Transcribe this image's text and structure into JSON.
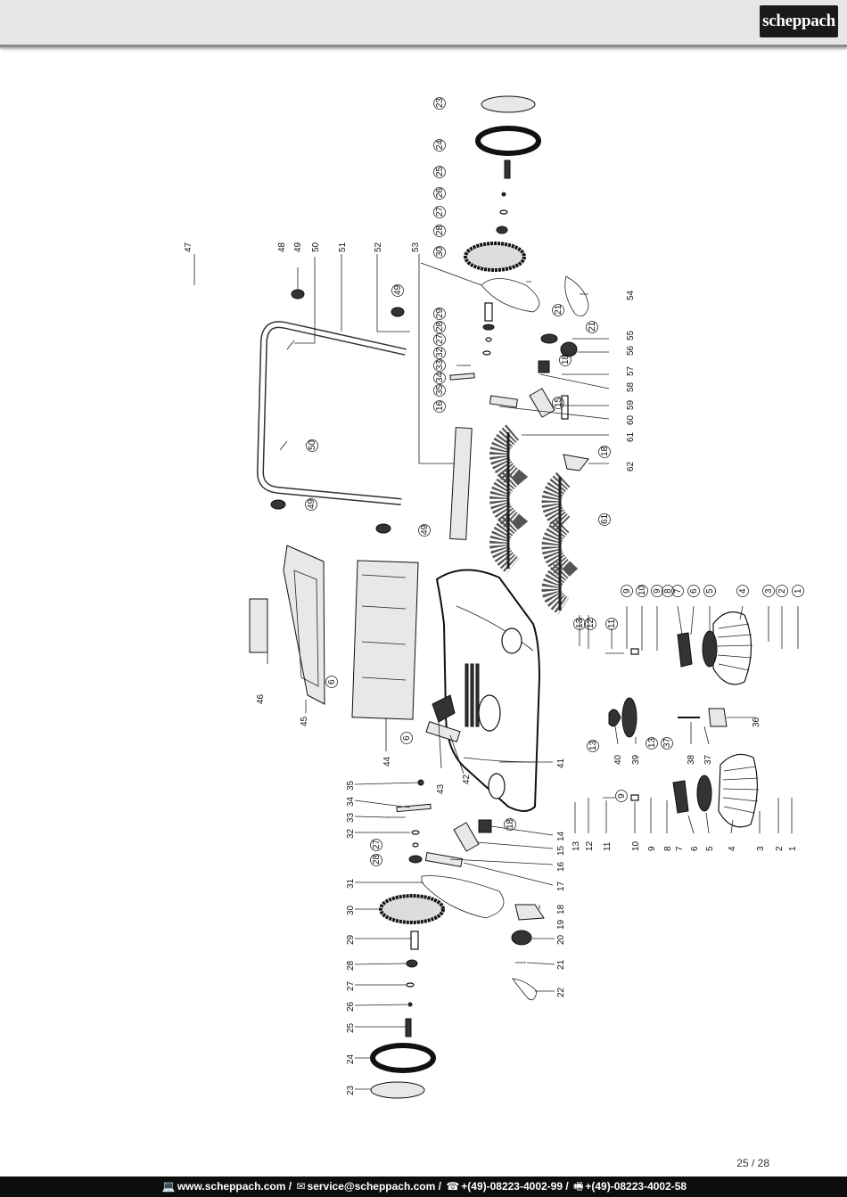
{
  "header": {
    "brand": "scheppach"
  },
  "page": {
    "number": "25 / 28"
  },
  "footer": {
    "web": "www.scheppach.com",
    "email": "service@scheppach.com",
    "phone": "+(49)-08223-4002-99",
    "fax": "+(49)-08223-4002-58",
    "sep": " / "
  },
  "labels": {
    "l1": "1",
    "l2": "2",
    "l3": "3",
    "l4": "4",
    "l5": "5",
    "l6": "6",
    "l7": "7",
    "l8": "8",
    "l9": "9",
    "l10": "10",
    "l11": "11",
    "l12": "12",
    "l13": "13",
    "l14": "14",
    "l15": "15",
    "l16": "16",
    "l17": "17",
    "l18": "18",
    "l19": "19",
    "l20": "20",
    "l21": "21",
    "l22": "22",
    "l23": "23",
    "l24": "24",
    "l25": "25",
    "l26": "26",
    "l27": "27",
    "l28": "28",
    "l29": "29",
    "l30": "30",
    "l31": "31",
    "l32": "32",
    "l33": "33",
    "l34": "34",
    "l35": "35",
    "l36": "36",
    "l37": "37",
    "l38": "38",
    "l39": "39",
    "l40": "40",
    "l41": "41",
    "l42": "42",
    "l43": "43",
    "l44": "44",
    "l45": "45",
    "l46": "46",
    "l47": "47",
    "l48": "48",
    "l49": "49",
    "l50": "50",
    "l51": "51",
    "l52": "52",
    "l53": "53",
    "l54": "54",
    "l55": "55",
    "l56": "56",
    "l57": "57",
    "l58": "58",
    "l59": "59",
    "l60": "60",
    "l61": "61",
    "l62": "62"
  }
}
